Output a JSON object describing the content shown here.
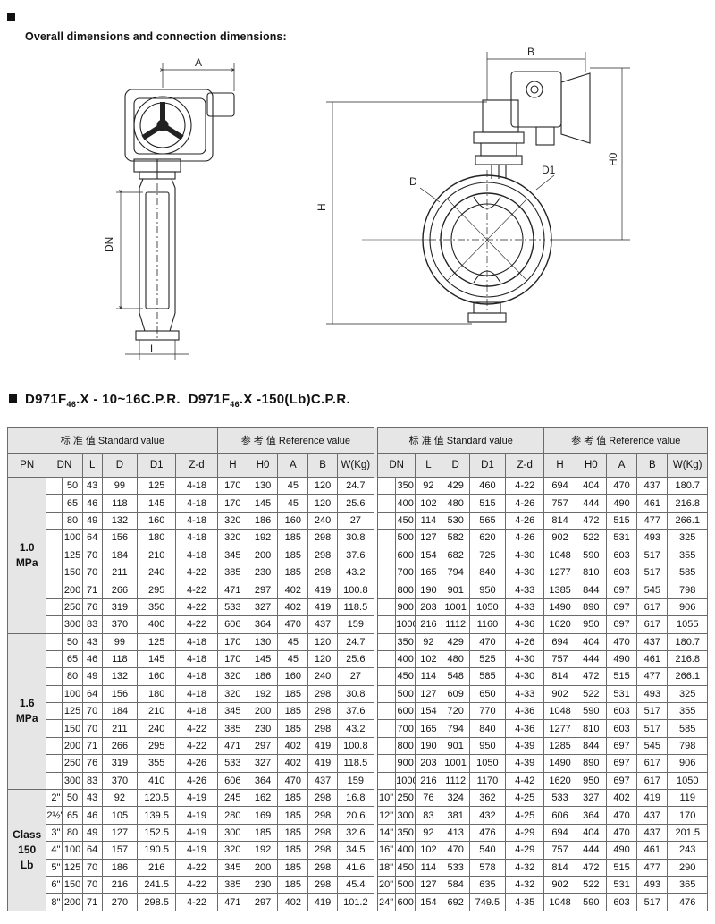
{
  "section_title": "Overall dimensions and connection dimensions:",
  "model_line": {
    "part1_prefix": "D971F",
    "part1_sub": "46",
    "part1_suffix": ".X - 10~16C.P.R.",
    "part2_prefix": "D971F",
    "part2_sub": "46",
    "part2_suffix": ".X -150(Lb)C.P.R."
  },
  "drawing_labels": {
    "a": "A",
    "b": "B",
    "dn": "DN",
    "l": "L",
    "h": "H",
    "h0": "H0",
    "d": "D",
    "d1": "D1"
  },
  "table": {
    "group_left_standard": "标 准 值 Standard value",
    "group_left_reference": "参 考 值 Reference value",
    "group_right_standard": "标 准 值  Standard value",
    "group_right_reference": "参 考 值  Reference value",
    "columns_left": [
      "PN",
      "DN",
      "L",
      "D",
      "D1",
      "Z-d",
      "H",
      "H0",
      "A",
      "B",
      "W(Kg)"
    ],
    "columns_right": [
      "DN",
      "L",
      "D",
      "D1",
      "Z-d",
      "H",
      "H0",
      "A",
      "B",
      "W(Kg)"
    ],
    "groups": [
      {
        "label_line1": "1.0",
        "label_line2": "MPa",
        "rows": [
          {
            "inch": "",
            "left": [
              "50",
              "43",
              "99",
              "125",
              "4-18",
              "170",
              "130",
              "45",
              "120",
              "24.7"
            ],
            "rinch": "",
            "right": [
              "350",
              "92",
              "429",
              "460",
              "4-22",
              "694",
              "404",
              "470",
              "437",
              "180.7"
            ]
          },
          {
            "inch": "",
            "left": [
              "65",
              "46",
              "118",
              "145",
              "4-18",
              "170",
              "145",
              "45",
              "120",
              "25.6"
            ],
            "rinch": "",
            "right": [
              "400",
              "102",
              "480",
              "515",
              "4-26",
              "757",
              "444",
              "490",
              "461",
              "216.8"
            ]
          },
          {
            "inch": "",
            "left": [
              "80",
              "49",
              "132",
              "160",
              "4-18",
              "320",
              "186",
              "160",
              "240",
              "27"
            ],
            "rinch": "",
            "right": [
              "450",
              "114",
              "530",
              "565",
              "4-26",
              "814",
              "472",
              "515",
              "477",
              "266.1"
            ]
          },
          {
            "inch": "",
            "left": [
              "100",
              "64",
              "156",
              "180",
              "4-18",
              "320",
              "192",
              "185",
              "298",
              "30.8"
            ],
            "rinch": "",
            "right": [
              "500",
              "127",
              "582",
              "620",
              "4-26",
              "902",
              "522",
              "531",
              "493",
              "325"
            ]
          },
          {
            "inch": "",
            "left": [
              "125",
              "70",
              "184",
              "210",
              "4-18",
              "345",
              "200",
              "185",
              "298",
              "37.6"
            ],
            "rinch": "",
            "right": [
              "600",
              "154",
              "682",
              "725",
              "4-30",
              "1048",
              "590",
              "603",
              "517",
              "355"
            ]
          },
          {
            "inch": "",
            "left": [
              "150",
              "70",
              "211",
              "240",
              "4-22",
              "385",
              "230",
              "185",
              "298",
              "43.2"
            ],
            "rinch": "",
            "right": [
              "700",
              "165",
              "794",
              "840",
              "4-30",
              "1277",
              "810",
              "603",
              "517",
              "585"
            ]
          },
          {
            "inch": "",
            "left": [
              "200",
              "71",
              "266",
              "295",
              "4-22",
              "471",
              "297",
              "402",
              "419",
              "100.8"
            ],
            "rinch": "",
            "right": [
              "800",
              "190",
              "901",
              "950",
              "4-33",
              "1385",
              "844",
              "697",
              "545",
              "798"
            ]
          },
          {
            "inch": "",
            "left": [
              "250",
              "76",
              "319",
              "350",
              "4-22",
              "533",
              "327",
              "402",
              "419",
              "118.5"
            ],
            "rinch": "",
            "right": [
              "900",
              "203",
              "1001",
              "1050",
              "4-33",
              "1490",
              "890",
              "697",
              "617",
              "906"
            ]
          },
          {
            "inch": "",
            "left": [
              "300",
              "83",
              "370",
              "400",
              "4-22",
              "606",
              "364",
              "470",
              "437",
              "159"
            ],
            "rinch": "",
            "right": [
              "1000",
              "216",
              "1112",
              "1160",
              "4-36",
              "1620",
              "950",
              "697",
              "617",
              "1055"
            ]
          }
        ]
      },
      {
        "label_line1": "1.6",
        "label_line2": "MPa",
        "rows": [
          {
            "inch": "",
            "left": [
              "50",
              "43",
              "99",
              "125",
              "4-18",
              "170",
              "130",
              "45",
              "120",
              "24.7"
            ],
            "rinch": "",
            "right": [
              "350",
              "92",
              "429",
              "470",
              "4-26",
              "694",
              "404",
              "470",
              "437",
              "180.7"
            ]
          },
          {
            "inch": "",
            "left": [
              "65",
              "46",
              "118",
              "145",
              "4-18",
              "170",
              "145",
              "45",
              "120",
              "25.6"
            ],
            "rinch": "",
            "right": [
              "400",
              "102",
              "480",
              "525",
              "4-30",
              "757",
              "444",
              "490",
              "461",
              "216.8"
            ]
          },
          {
            "inch": "",
            "left": [
              "80",
              "49",
              "132",
              "160",
              "4-18",
              "320",
              "186",
              "160",
              "240",
              "27"
            ],
            "rinch": "",
            "right": [
              "450",
              "114",
              "548",
              "585",
              "4-30",
              "814",
              "472",
              "515",
              "477",
              "266.1"
            ]
          },
          {
            "inch": "",
            "left": [
              "100",
              "64",
              "156",
              "180",
              "4-18",
              "320",
              "192",
              "185",
              "298",
              "30.8"
            ],
            "rinch": "",
            "right": [
              "500",
              "127",
              "609",
              "650",
              "4-33",
              "902",
              "522",
              "531",
              "493",
              "325"
            ]
          },
          {
            "inch": "",
            "left": [
              "125",
              "70",
              "184",
              "210",
              "4-18",
              "345",
              "200",
              "185",
              "298",
              "37.6"
            ],
            "rinch": "",
            "right": [
              "600",
              "154",
              "720",
              "770",
              "4-36",
              "1048",
              "590",
              "603",
              "517",
              "355"
            ]
          },
          {
            "inch": "",
            "left": [
              "150",
              "70",
              "211",
              "240",
              "4-22",
              "385",
              "230",
              "185",
              "298",
              "43.2"
            ],
            "rinch": "",
            "right": [
              "700",
              "165",
              "794",
              "840",
              "4-36",
              "1277",
              "810",
              "603",
              "517",
              "585"
            ]
          },
          {
            "inch": "",
            "left": [
              "200",
              "71",
              "266",
              "295",
              "4-22",
              "471",
              "297",
              "402",
              "419",
              "100.8"
            ],
            "rinch": "",
            "right": [
              "800",
              "190",
              "901",
              "950",
              "4-39",
              "1285",
              "844",
              "697",
              "545",
              "798"
            ]
          },
          {
            "inch": "",
            "left": [
              "250",
              "76",
              "319",
              "355",
              "4-26",
              "533",
              "327",
              "402",
              "419",
              "118.5"
            ],
            "rinch": "",
            "right": [
              "900",
              "203",
              "1001",
              "1050",
              "4-39",
              "1490",
              "890",
              "697",
              "617",
              "906"
            ]
          },
          {
            "inch": "",
            "left": [
              "300",
              "83",
              "370",
              "410",
              "4-26",
              "606",
              "364",
              "470",
              "437",
              "159"
            ],
            "rinch": "",
            "right": [
              "1000",
              "216",
              "1112",
              "1170",
              "4-42",
              "1620",
              "950",
              "697",
              "617",
              "1050"
            ]
          }
        ]
      },
      {
        "label_line1": "Class",
        "label_line2": "150",
        "label_line3": "Lb",
        "rows": [
          {
            "inch": "2\"",
            "left": [
              "50",
              "43",
              "92",
              "120.5",
              "4-19",
              "245",
              "162",
              "185",
              "298",
              "16.8"
            ],
            "rinch": "10\"",
            "right": [
              "250",
              "76",
              "324",
              "362",
              "4-25",
              "533",
              "327",
              "402",
              "419",
              "119"
            ]
          },
          {
            "inch": "2½\"",
            "left": [
              "65",
              "46",
              "105",
              "139.5",
              "4-19",
              "280",
              "169",
              "185",
              "298",
              "20.6"
            ],
            "rinch": "12\"",
            "right": [
              "300",
              "83",
              "381",
              "432",
              "4-25",
              "606",
              "364",
              "470",
              "437",
              "170"
            ]
          },
          {
            "inch": "3\"",
            "left": [
              "80",
              "49",
              "127",
              "152.5",
              "4-19",
              "300",
              "185",
              "185",
              "298",
              "32.6"
            ],
            "rinch": "14\"",
            "right": [
              "350",
              "92",
              "413",
              "476",
              "4-29",
              "694",
              "404",
              "470",
              "437",
              "201.5"
            ]
          },
          {
            "inch": "4\"",
            "left": [
              "100",
              "64",
              "157",
              "190.5",
              "4-19",
              "320",
              "192",
              "185",
              "298",
              "34.5"
            ],
            "rinch": "16\"",
            "right": [
              "400",
              "102",
              "470",
              "540",
              "4-29",
              "757",
              "444",
              "490",
              "461",
              "243"
            ]
          },
          {
            "inch": "5\"",
            "left": [
              "125",
              "70",
              "186",
              "216",
              "4-22",
              "345",
              "200",
              "185",
              "298",
              "41.6"
            ],
            "rinch": "18\"",
            "right": [
              "450",
              "114",
              "533",
              "578",
              "4-32",
              "814",
              "472",
              "515",
              "477",
              "290"
            ]
          },
          {
            "inch": "6\"",
            "left": [
              "150",
              "70",
              "216",
              "241.5",
              "4-22",
              "385",
              "230",
              "185",
              "298",
              "45.4"
            ],
            "rinch": "20\"",
            "right": [
              "500",
              "127",
              "584",
              "635",
              "4-32",
              "902",
              "522",
              "531",
              "493",
              "365"
            ]
          },
          {
            "inch": "8\"",
            "left": [
              "200",
              "71",
              "270",
              "298.5",
              "4-22",
              "471",
              "297",
              "402",
              "419",
              "101.2"
            ],
            "rinch": "24\"",
            "right": [
              "600",
              "154",
              "692",
              "749.5",
              "4-35",
              "1048",
              "590",
              "603",
              "517",
              "476"
            ]
          }
        ]
      }
    ]
  }
}
